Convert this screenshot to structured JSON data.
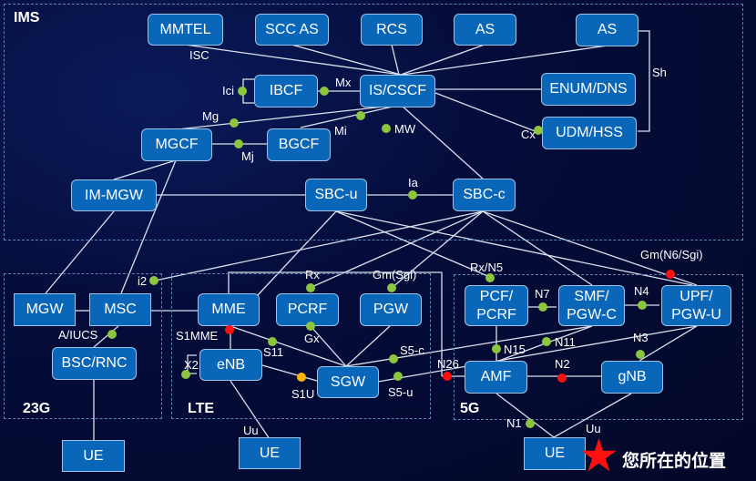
{
  "regions": {
    "ims": "IMS",
    "g23": "23G",
    "lte": "LTE",
    "g5": "5G"
  },
  "nodes": {
    "mmtel": "MMTEL",
    "scc_as": "SCC AS",
    "rcs": "RCS",
    "as1": "AS",
    "as2": "AS",
    "ibcf": "IBCF",
    "iscscf": "IS/CSCF",
    "enum_dns": "ENUM/DNS",
    "udm_hss": "UDM/HSS",
    "mgcf": "MGCF",
    "bgcf": "BGCF",
    "im_mgw": "IM-MGW",
    "sbc_u": "SBC-u",
    "sbc_c": "SBC-c",
    "mgw": "MGW",
    "msc": "MSC",
    "bsc_rnc": "BSC/RNC",
    "ue_23g": "UE",
    "mme": "MME",
    "pcrf": "PCRF",
    "pgw": "PGW",
    "enb": "eNB",
    "sgw": "SGW",
    "ue_lte": "UE",
    "pcf_pcrf": "PCF/\nPCRF",
    "smf_pgwc": "SMF/\nPGW-C",
    "upf_pgwu": "UPF/\nPGW-U",
    "amf": "AMF",
    "gnb": "gNB",
    "ue_5g": "UE"
  },
  "interfaces": {
    "isc": "ISC",
    "ici": "Ici",
    "mx": "Mx",
    "mg": "Mg",
    "mi": "Mi",
    "mw": "MW",
    "mj": "Mj",
    "cx": "Cx",
    "sh": "Sh",
    "ia": "Ia",
    "i2": "i2",
    "a_iucs": "A/IUCS",
    "rx": "Rx",
    "gm_sgi": "Gm(Sgi)",
    "s1mme": "S1MME",
    "s11": "S11",
    "gx": "Gx",
    "x2": "X2",
    "s1u": "S1U",
    "s5c": "S5-c",
    "s5u": "S5-u",
    "uu_lte": "Uu",
    "rx_n5": "Rx/N5",
    "gm_n6_sgi": "Gm(N6/Sgi)",
    "n7": "N7",
    "n4": "N4",
    "n15": "N15",
    "n11": "N11",
    "n3": "N3",
    "n26": "N26",
    "n2": "N2",
    "n1": "N1",
    "uu_5g": "Uu"
  },
  "marker": {
    "icon": "star-icon",
    "text": "您所在的位置",
    "color": "#ff1010"
  },
  "colors": {
    "node_fill": "#0a66b8",
    "node_border": "#9ec3e6",
    "dot_normal": "#8cc63f",
    "dot_alert": "#ff1010",
    "dot_warn": "#ffb400",
    "line": "#d9e2ee"
  }
}
